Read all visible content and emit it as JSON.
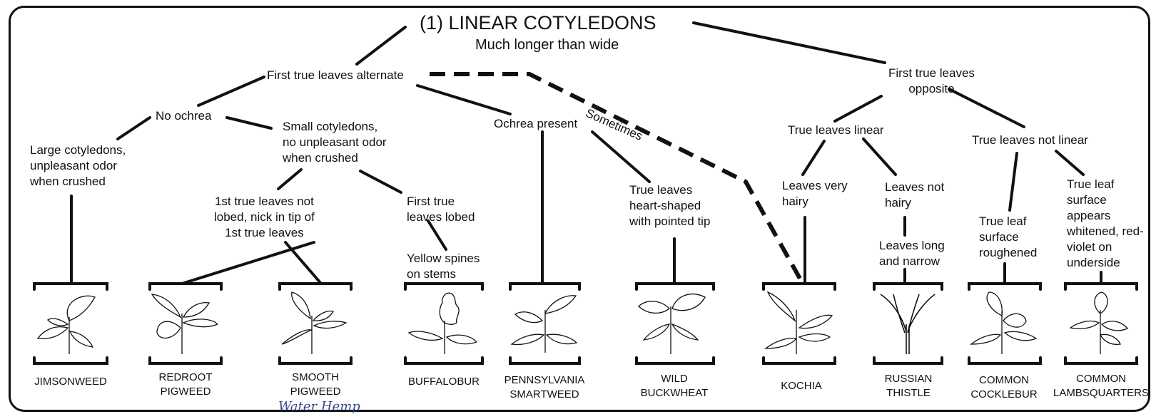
{
  "title": "(1) LINEAR COTYLEDONS",
  "subtitle": "Much longer than wide",
  "nodes": {
    "alternate": "First true leaves alternate",
    "opposite": "First true leaves\nopposite",
    "no_ochrea": "No ochrea",
    "ochrea_present": "Ochrea present",
    "sometimes": "Sometimes",
    "large_cotyledons": "Large cotyledons,\nunpleasant odor\nwhen crushed",
    "small_cotyledons": "Small cotyledons,\nno unpleasant odor\nwhen crushed",
    "not_lobed": "1st true leaves not\nlobed, nick in tip of\n1st true leaves",
    "lobed": "First true\nleaves lobed",
    "yellow_spines": "Yellow spines\non stems",
    "heart_shaped": "True leaves\nheart-shaped\nwith pointed tip",
    "leaves_linear": "True leaves linear",
    "leaves_not_linear": "True leaves not linear",
    "very_hairy": "Leaves very\nhairy",
    "not_hairy": "Leaves not\nhairy",
    "long_narrow": "Leaves long\nand narrow",
    "roughened": "True leaf\nsurface\nroughened",
    "whitened": "True leaf\nsurface\nappears\nwhitened, red-\nviolet on\nunderside"
  },
  "species": [
    {
      "id": "jimsonweed",
      "name": "JIMSONWEED"
    },
    {
      "id": "redroot",
      "name": "REDROOT\nPIGWEED"
    },
    {
      "id": "smooth",
      "name": "SMOOTH\nPIGWEED"
    },
    {
      "id": "buffalobur",
      "name": "BUFFALOBUR"
    },
    {
      "id": "smartweed",
      "name": "PENNSYLVANIA\nSMARTWEED"
    },
    {
      "id": "buckwheat",
      "name": "WILD\nBUCKWHEAT"
    },
    {
      "id": "kochia",
      "name": "KOCHIA"
    },
    {
      "id": "thistle",
      "name": "RUSSIAN\nTHISTLE"
    },
    {
      "id": "cocklebur",
      "name": "COMMON\nCOCKLEBUR"
    },
    {
      "id": "lambsquarters",
      "name": "COMMON\nLAMBSQUARTERS"
    }
  ],
  "handwritten_note": "Water Hemp"
}
